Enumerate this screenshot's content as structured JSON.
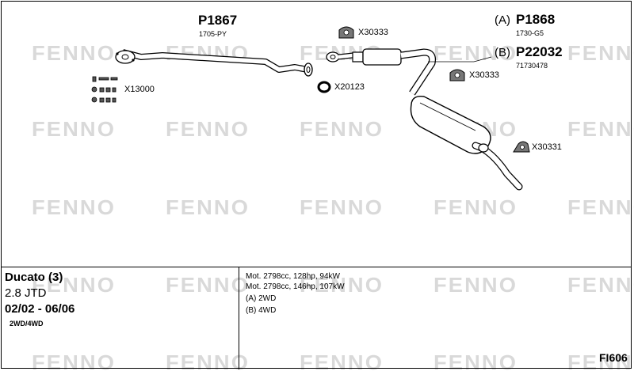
{
  "watermark": "FENNO",
  "parts": {
    "p1867": {
      "number": "P1867",
      "ref": "1705-PY"
    },
    "p1868": {
      "prefix": "(A)",
      "number": "P1868",
      "ref": "1730-G5"
    },
    "p22032": {
      "prefix": "(B)",
      "number": "P22032",
      "ref": "71730478"
    },
    "x30333_top": {
      "label": "X30333"
    },
    "x30333_mid": {
      "label": "X30333"
    },
    "x20123": {
      "label": "X20123"
    },
    "x13000": {
      "label": "X13000"
    },
    "x30331": {
      "label": "X30331"
    }
  },
  "vehicle": {
    "model": "Ducato (3)",
    "engine": "2.8 JTD",
    "years": "02/02 - 06/06",
    "drive": "2WD/4WD"
  },
  "details": {
    "line1": "Mot. 2798cc, 128hp, 94kW",
    "line2": "Mot. 2798cc, 146hp, 107kW",
    "line3": "(A) 2WD",
    "line4": "(B) 4WD"
  },
  "diagram_code": "FI606"
}
